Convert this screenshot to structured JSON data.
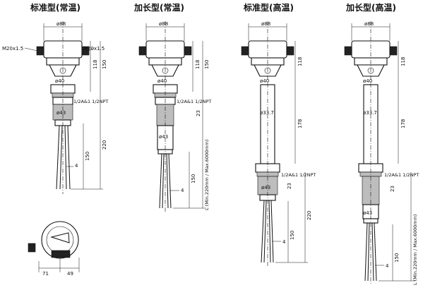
{
  "variants": [
    {
      "title": "标准型(常温)",
      "d_top": "ø88",
      "d_neck": "ø40",
      "d_base": "ø43",
      "thread": "1/2A&1 1/2NPT",
      "h_head": "150",
      "h_head2": "118",
      "h_total": "220",
      "h_rods": "150",
      "rod_gap": "4",
      "left_conduit": "M20x1.5",
      "right_conduit": "M20x1.5"
    },
    {
      "title": "加长型(常温)",
      "d_top": "ø88",
      "d_neck": "ø40",
      "d_base": "ø43",
      "thread": "1/2A&1 1/2NPT",
      "h_head": "150",
      "h_head2": "118",
      "h_neck": "23",
      "h_rods": "150",
      "rod_gap": "4",
      "length": "L (Min.220mm / Max.6000mm)"
    },
    {
      "title": "标准型(高温)",
      "d_top": "ø88",
      "d_neck": "ø40",
      "d_tube": "ø33.7",
      "d_base": "ø43",
      "thread": "1/2A&1 1/2NPT",
      "h_head2": "118",
      "h_tube": "178",
      "h_neck": "23",
      "h_total": "220",
      "h_rods": "150",
      "rod_gap": "4"
    },
    {
      "title": "加长型(高温)",
      "d_top": "ø88",
      "d_neck": "ø40",
      "d_tube": "ø33.7",
      "d_base": "ø43",
      "thread": "1/2A&1 1/2NPT",
      "h_head2": "118",
      "h_tube": "178",
      "h_neck": "23",
      "h_rods": "150",
      "rod_gap": "4",
      "length": "L (Min.220mm / Max.6000mm)"
    }
  ],
  "top_view": {
    "w_left": "71",
    "w_right": "49"
  }
}
